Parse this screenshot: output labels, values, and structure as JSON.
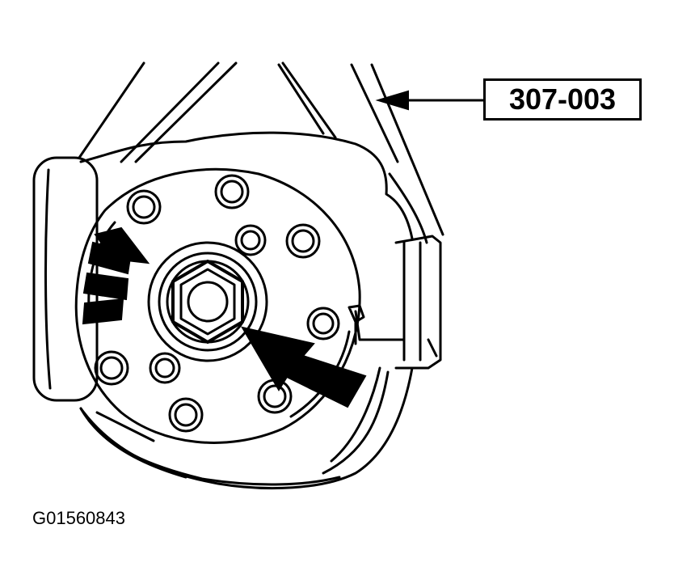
{
  "callout": {
    "label": "307-003"
  },
  "figure_id": "G01560843",
  "colors": {
    "ink": "#000000",
    "paper": "#ffffff"
  },
  "icons": [
    "transmission-case",
    "torque-converter-flange",
    "hex-nut",
    "rotation-arrow",
    "pointer-arrow"
  ]
}
